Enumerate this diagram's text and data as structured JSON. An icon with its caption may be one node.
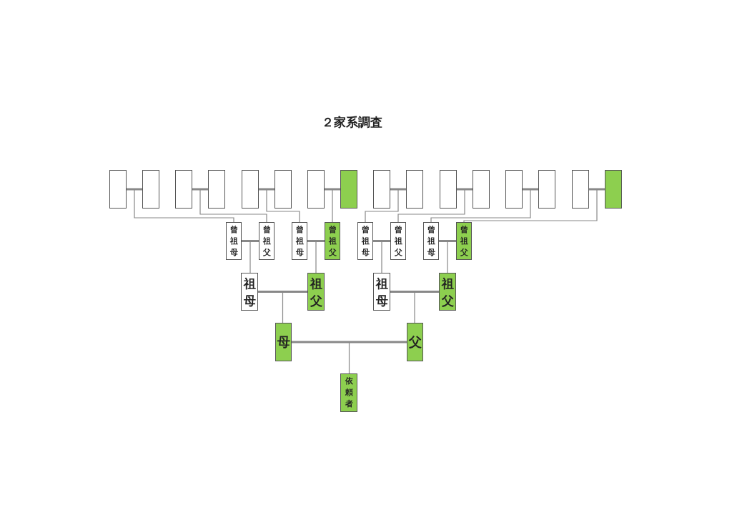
{
  "diagram": {
    "title": "２家系調査",
    "nodes": [
      {
        "text": [],
        "shape": "box"
      },
      {
        "text": [],
        "shape": "box"
      },
      {
        "text": [],
        "shape": "box"
      },
      {
        "text": [],
        "shape": "box"
      },
      {
        "text": [],
        "shape": "box"
      },
      {
        "text": [],
        "shape": "box"
      },
      {
        "text": [],
        "shape": "box"
      },
      {
        "text": [],
        "shape": "box"
      },
      {
        "text": [],
        "shape": "box"
      },
      {
        "text": [],
        "shape": "box"
      },
      {
        "text": [],
        "shape": "box"
      },
      {
        "text": [],
        "shape": "box"
      },
      {
        "text": [],
        "shape": "box"
      },
      {
        "text": [],
        "shape": "box"
      },
      {
        "text": [],
        "shape": "box"
      },
      {
        "text": [],
        "shape": "box"
      },
      {
        "text": [
          "曾祖母"
        ]
      },
      {
        "text": [
          "曾祖父"
        ]
      },
      {
        "text": [
          "曾祖母"
        ]
      },
      {
        "text": [
          "曾祖父"
        ]
      },
      {
        "text": [
          "曾祖母"
        ]
      },
      {
        "text": [
          "曾祖父"
        ]
      },
      {
        "text": [
          "曾祖母"
        ]
      },
      {
        "text": [
          "曾祖父"
        ]
      },
      {
        "text": [
          "祖母"
        ]
      },
      {
        "text": [
          "祖父"
        ]
      },
      {
        "text": [
          "祖母"
        ]
      },
      {
        "text": [
          "祖父"
        ]
      },
      {
        "text": [
          "母"
        ]
      },
      {
        "text": [
          "父"
        ]
      },
      {
        "text": [
          "依頼者"
        ]
      }
    ],
    "edges": [
      {
        "from": 0,
        "to": 1,
        "arrow": "none",
        "style": "thick"
      },
      {
        "from": 2,
        "to": 3,
        "arrow": "none",
        "style": "thick"
      },
      {
        "from": 4,
        "to": 5,
        "arrow": "none",
        "style": "thick"
      },
      {
        "from": 6,
        "to": 7,
        "arrow": "none",
        "style": "thick"
      },
      {
        "from": 8,
        "to": 9,
        "arrow": "none",
        "style": "thick"
      },
      {
        "from": 10,
        "to": 11,
        "arrow": "none",
        "style": "thick"
      },
      {
        "from": 12,
        "to": 13,
        "arrow": "none",
        "style": "thick"
      },
      {
        "from": 14,
        "to": 15,
        "arrow": "none",
        "style": "thick"
      },
      {
        "from": 0,
        "to": 16,
        "arrow": "none"
      },
      {
        "from": 1,
        "to": 16,
        "arrow": "none"
      },
      {
        "from": 2,
        "to": 17,
        "arrow": "none"
      },
      {
        "from": 3,
        "to": 17,
        "arrow": "none"
      },
      {
        "from": 4,
        "to": 18,
        "arrow": "none"
      },
      {
        "from": 5,
        "to": 18,
        "arrow": "none"
      },
      {
        "from": 6,
        "to": 19,
        "arrow": "none"
      },
      {
        "from": 7,
        "to": 19,
        "arrow": "none"
      },
      {
        "from": 8,
        "to": 20,
        "arrow": "none"
      },
      {
        "from": 9,
        "to": 20,
        "arrow": "none"
      },
      {
        "from": 10,
        "to": 21,
        "arrow": "none"
      },
      {
        "from": 11,
        "to": 21,
        "arrow": "none"
      },
      {
        "from": 12,
        "to": 22,
        "arrow": "none"
      },
      {
        "from": 13,
        "to": 22,
        "arrow": "none"
      },
      {
        "from": 14,
        "to": 23,
        "arrow": "none"
      },
      {
        "from": 15,
        "to": 23,
        "arrow": "none"
      },
      {
        "from": 16,
        "to": 17,
        "arrow": "none",
        "style": "thick"
      },
      {
        "from": 18,
        "to": 19,
        "arrow": "none",
        "style": "thick"
      },
      {
        "from": 20,
        "to": 21,
        "arrow": "none",
        "style": "thick"
      },
      {
        "from": 22,
        "to": 23,
        "arrow": "none",
        "style": "thick"
      },
      {
        "from": 16,
        "to": 24,
        "arrow": "none"
      },
      {
        "from": 17,
        "to": 24,
        "arrow": "none"
      },
      {
        "from": 18,
        "to": 25,
        "arrow": "none"
      },
      {
        "from": 19,
        "to": 25,
        "arrow": "none"
      },
      {
        "from": 20,
        "to": 26,
        "arrow": "none"
      },
      {
        "from": 21,
        "to": 26,
        "arrow": "none"
      },
      {
        "from": 22,
        "to": 27,
        "arrow": "none"
      },
      {
        "from": 23,
        "to": 27,
        "arrow": "none"
      },
      {
        "from": 24,
        "to": 25,
        "arrow": "none",
        "style": "thick"
      },
      {
        "from": 26,
        "to": 27,
        "arrow": "none",
        "style": "thick"
      },
      {
        "from": 24,
        "to": 28,
        "arrow": "none"
      },
      {
        "from": 25,
        "to": 28,
        "arrow": "none"
      },
      {
        "from": 26,
        "to": 29,
        "arrow": "none"
      },
      {
        "from": 27,
        "to": 29,
        "arrow": "none"
      },
      {
        "from": 28,
        "to": 29,
        "arrow": "none",
        "style": "thick"
      },
      {
        "from": 28,
        "to": 30,
        "arrow": "none"
      },
      {
        "from": 29,
        "to": 30,
        "arrow": "none"
      }
    ]
  }
}
